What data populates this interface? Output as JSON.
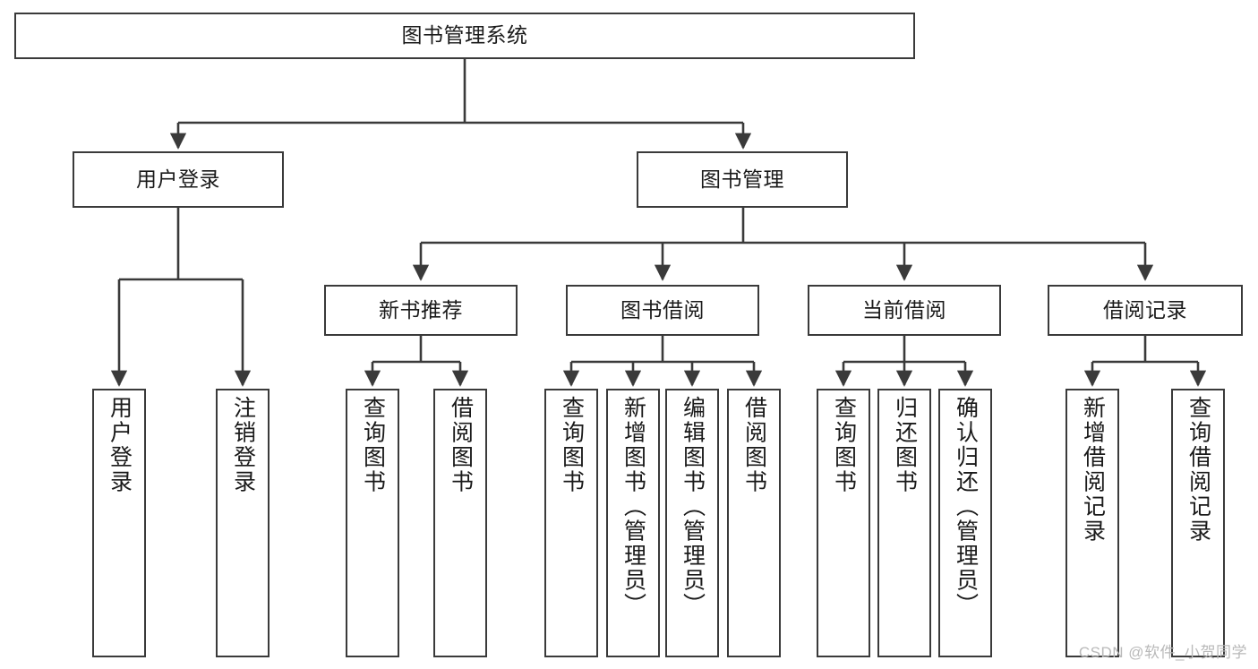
{
  "diagram": {
    "title": "图书管理系统",
    "watermark": "CSDN @软件_小贺同学",
    "stroke_color": "#3a3a3a",
    "background_color": "#ffffff",
    "root": {
      "label": "图书管理系统"
    },
    "level2": [
      {
        "label": "用户登录"
      },
      {
        "label": "图书管理"
      }
    ],
    "level3": [
      {
        "label": "新书推荐"
      },
      {
        "label": "图书借阅"
      },
      {
        "label": "当前借阅"
      },
      {
        "label": "借阅记录"
      }
    ],
    "leaves": {
      "user_login": [
        {
          "label": "用户登录"
        },
        {
          "label": "注销登录"
        }
      ],
      "new_book_recommend": [
        {
          "label": "查询图书"
        },
        {
          "label": "借阅图书"
        }
      ],
      "book_borrow": [
        {
          "label": "查询图书"
        },
        {
          "label": "新增图书（管理员）"
        },
        {
          "label": "编辑图书（管理员）"
        },
        {
          "label": "借阅图书"
        }
      ],
      "current_borrow": [
        {
          "label": "查询图书"
        },
        {
          "label": "归还图书"
        },
        {
          "label": "确认归还（管理员）"
        }
      ],
      "borrow_records": [
        {
          "label": "新增借阅记录"
        },
        {
          "label": "查询借阅记录"
        }
      ]
    }
  }
}
